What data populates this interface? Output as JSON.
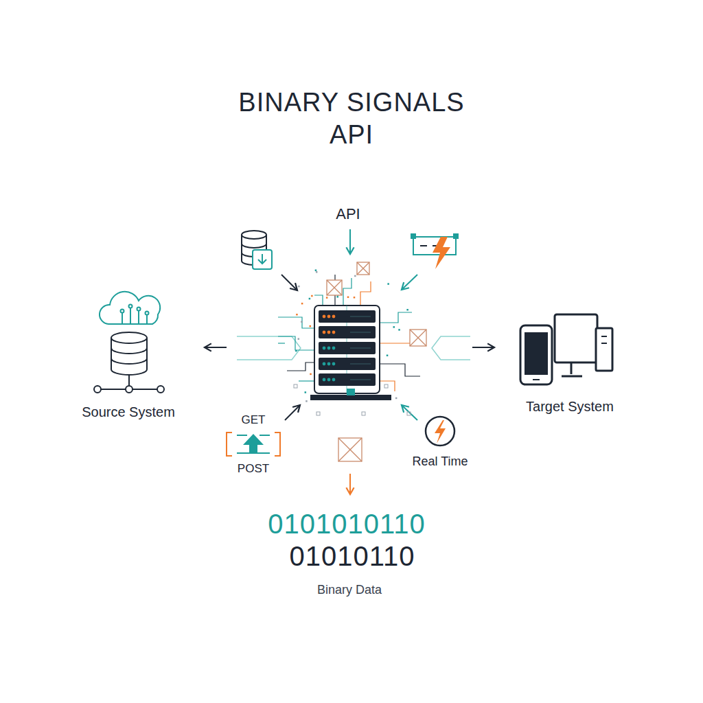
{
  "diagram": {
    "title": "BINARY SIGNALS API",
    "labels": [
      "API",
      "Source System",
      "Target System",
      "GET",
      "POST",
      "Real Time",
      "0101010110",
      "01010110",
      "Binary Data"
    ]
  }
}
